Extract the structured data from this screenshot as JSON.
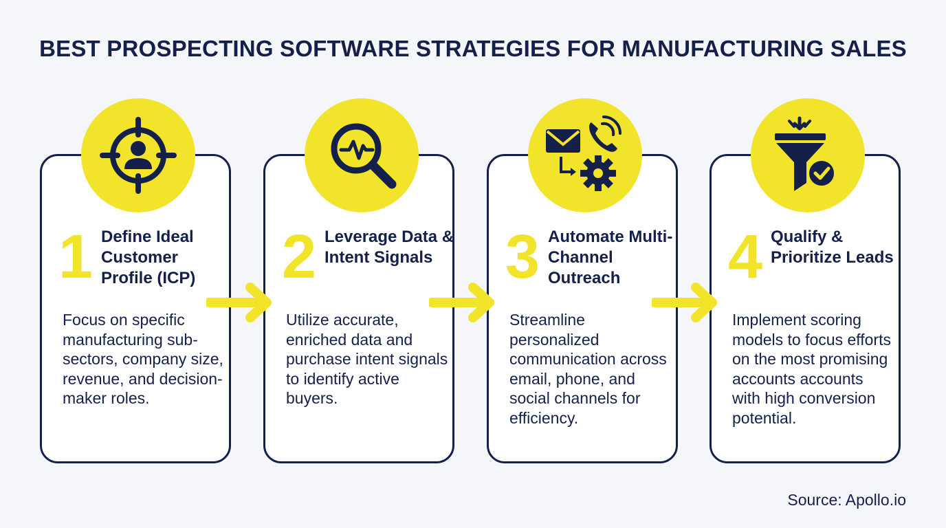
{
  "title": "BEST PROSPECTING SOFTWARE STRATEGIES FOR MANUFACTURING SALES",
  "colors": {
    "accent": "#f2e42a",
    "navy": "#14204a",
    "background": "#f4f6f9"
  },
  "steps": [
    {
      "number": "1",
      "heading": "Define Ideal Customer Profile (ICP)",
      "description": "Focus on specific manufacturing sub-sectors, company size, revenue, and decision-maker roles.",
      "icon": "target-person-icon"
    },
    {
      "number": "2",
      "heading": "Leverage Data & Intent Signals",
      "description": "Utilize accurate, enriched data and purchase intent signals to identify active buyers.",
      "icon": "magnifier-pulse-icon"
    },
    {
      "number": "3",
      "heading": "Automate Multi-Channel Outreach",
      "description": "Streamline personalized communication across email, phone, and social channels for efficiency.",
      "icon": "email-phone-gear-icon"
    },
    {
      "number": "4",
      "heading": "Qualify & Prioritize Leads",
      "description": "Implement scoring models to focus efforts on the most promising accounts accounts with high conversion potential.",
      "icon": "funnel-check-icon"
    }
  ],
  "source": "Source: Apollo.io"
}
